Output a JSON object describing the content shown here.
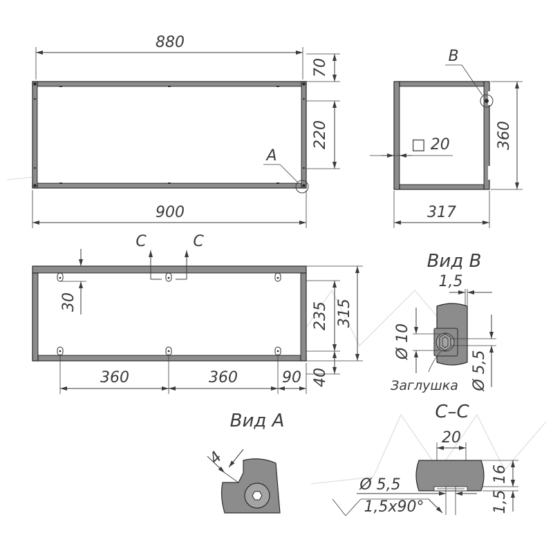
{
  "front_view": {
    "dim_top_width": "880",
    "dim_bottom_width": "900",
    "dim_right_70": "70",
    "dim_right_220": "220",
    "detail_marker": "A"
  },
  "side_view": {
    "detail_marker": "B",
    "dim_height": "360",
    "dim_width": "317",
    "profile_label": "□ 20"
  },
  "top_view": {
    "section_mark_left": "C",
    "section_mark_right": "C",
    "dim_30": "30",
    "dim_235": "235",
    "dim_315": "315",
    "dim_360_left": "360",
    "dim_360_right": "360",
    "dim_90": "90",
    "dim_40": "40"
  },
  "view_b": {
    "title": "Вид В",
    "dim_1_5": "1,5",
    "dim_dia_10": "Ø 10",
    "dim_dia_5_5": "Ø 5,5",
    "plug_label": "Заглушка"
  },
  "view_a": {
    "title": "Вид А",
    "dim_4": "4"
  },
  "section_cc": {
    "title": "С–С",
    "dim_20": "20",
    "dim_16": "16",
    "dim_1_5": "1,5",
    "dim_dia_5_5": "Ø 5,5",
    "chamfer": "1,5х90°"
  }
}
